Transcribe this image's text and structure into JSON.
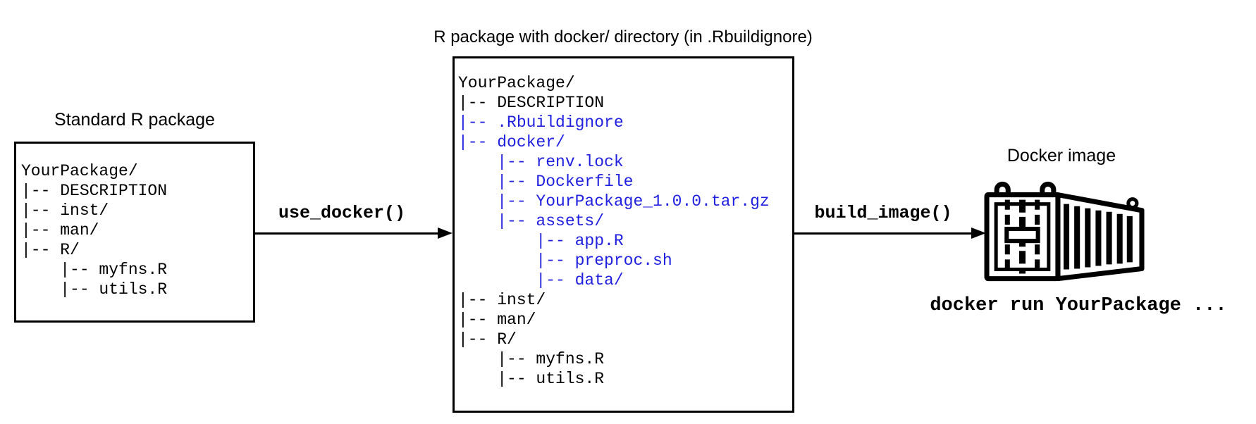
{
  "palette": {
    "black": "#000000",
    "blue": "#2020E0"
  },
  "left_panel": {
    "title": "Standard R package",
    "tree_lines": [
      {
        "text": "YourPackage/",
        "color": "black"
      },
      {
        "text": "|-- DESCRIPTION",
        "color": "black"
      },
      {
        "text": "|-- inst/",
        "color": "black"
      },
      {
        "text": "|-- man/",
        "color": "black"
      },
      {
        "text": "|-- R/",
        "color": "black"
      },
      {
        "text": "    |-- myfns.R",
        "color": "black"
      },
      {
        "text": "    |-- utils.R",
        "color": "black"
      }
    ]
  },
  "middle_panel": {
    "title": "R package with docker/ directory (in .Rbuildignore)",
    "tree_lines": [
      {
        "text": "YourPackage/",
        "color": "black"
      },
      {
        "text": "|-- DESCRIPTION",
        "color": "black"
      },
      {
        "text": "|-- .Rbuildignore",
        "color": "blue"
      },
      {
        "text": "|-- docker/",
        "color": "blue"
      },
      {
        "text": "    |-- renv.lock",
        "color": "blue"
      },
      {
        "text": "    |-- Dockerfile",
        "color": "blue"
      },
      {
        "text": "    |-- YourPackage_1.0.0.tar.gz",
        "color": "blue"
      },
      {
        "text": "    |-- assets/",
        "color": "blue"
      },
      {
        "text": "        |-- app.R",
        "color": "blue"
      },
      {
        "text": "        |-- preproc.sh",
        "color": "blue"
      },
      {
        "text": "        |-- data/",
        "color": "blue"
      },
      {
        "text": "|-- inst/",
        "color": "black"
      },
      {
        "text": "|-- man/",
        "color": "black"
      },
      {
        "text": "|-- R/",
        "color": "black"
      },
      {
        "text": "    |-- myfns.R",
        "color": "black"
      },
      {
        "text": "    |-- utils.R",
        "color": "black"
      }
    ]
  },
  "arrows": {
    "use_docker_label": "use_docker()",
    "build_image_label": "build_image()"
  },
  "right_panel": {
    "title": "Docker image",
    "command": "docker run YourPackage ..."
  }
}
